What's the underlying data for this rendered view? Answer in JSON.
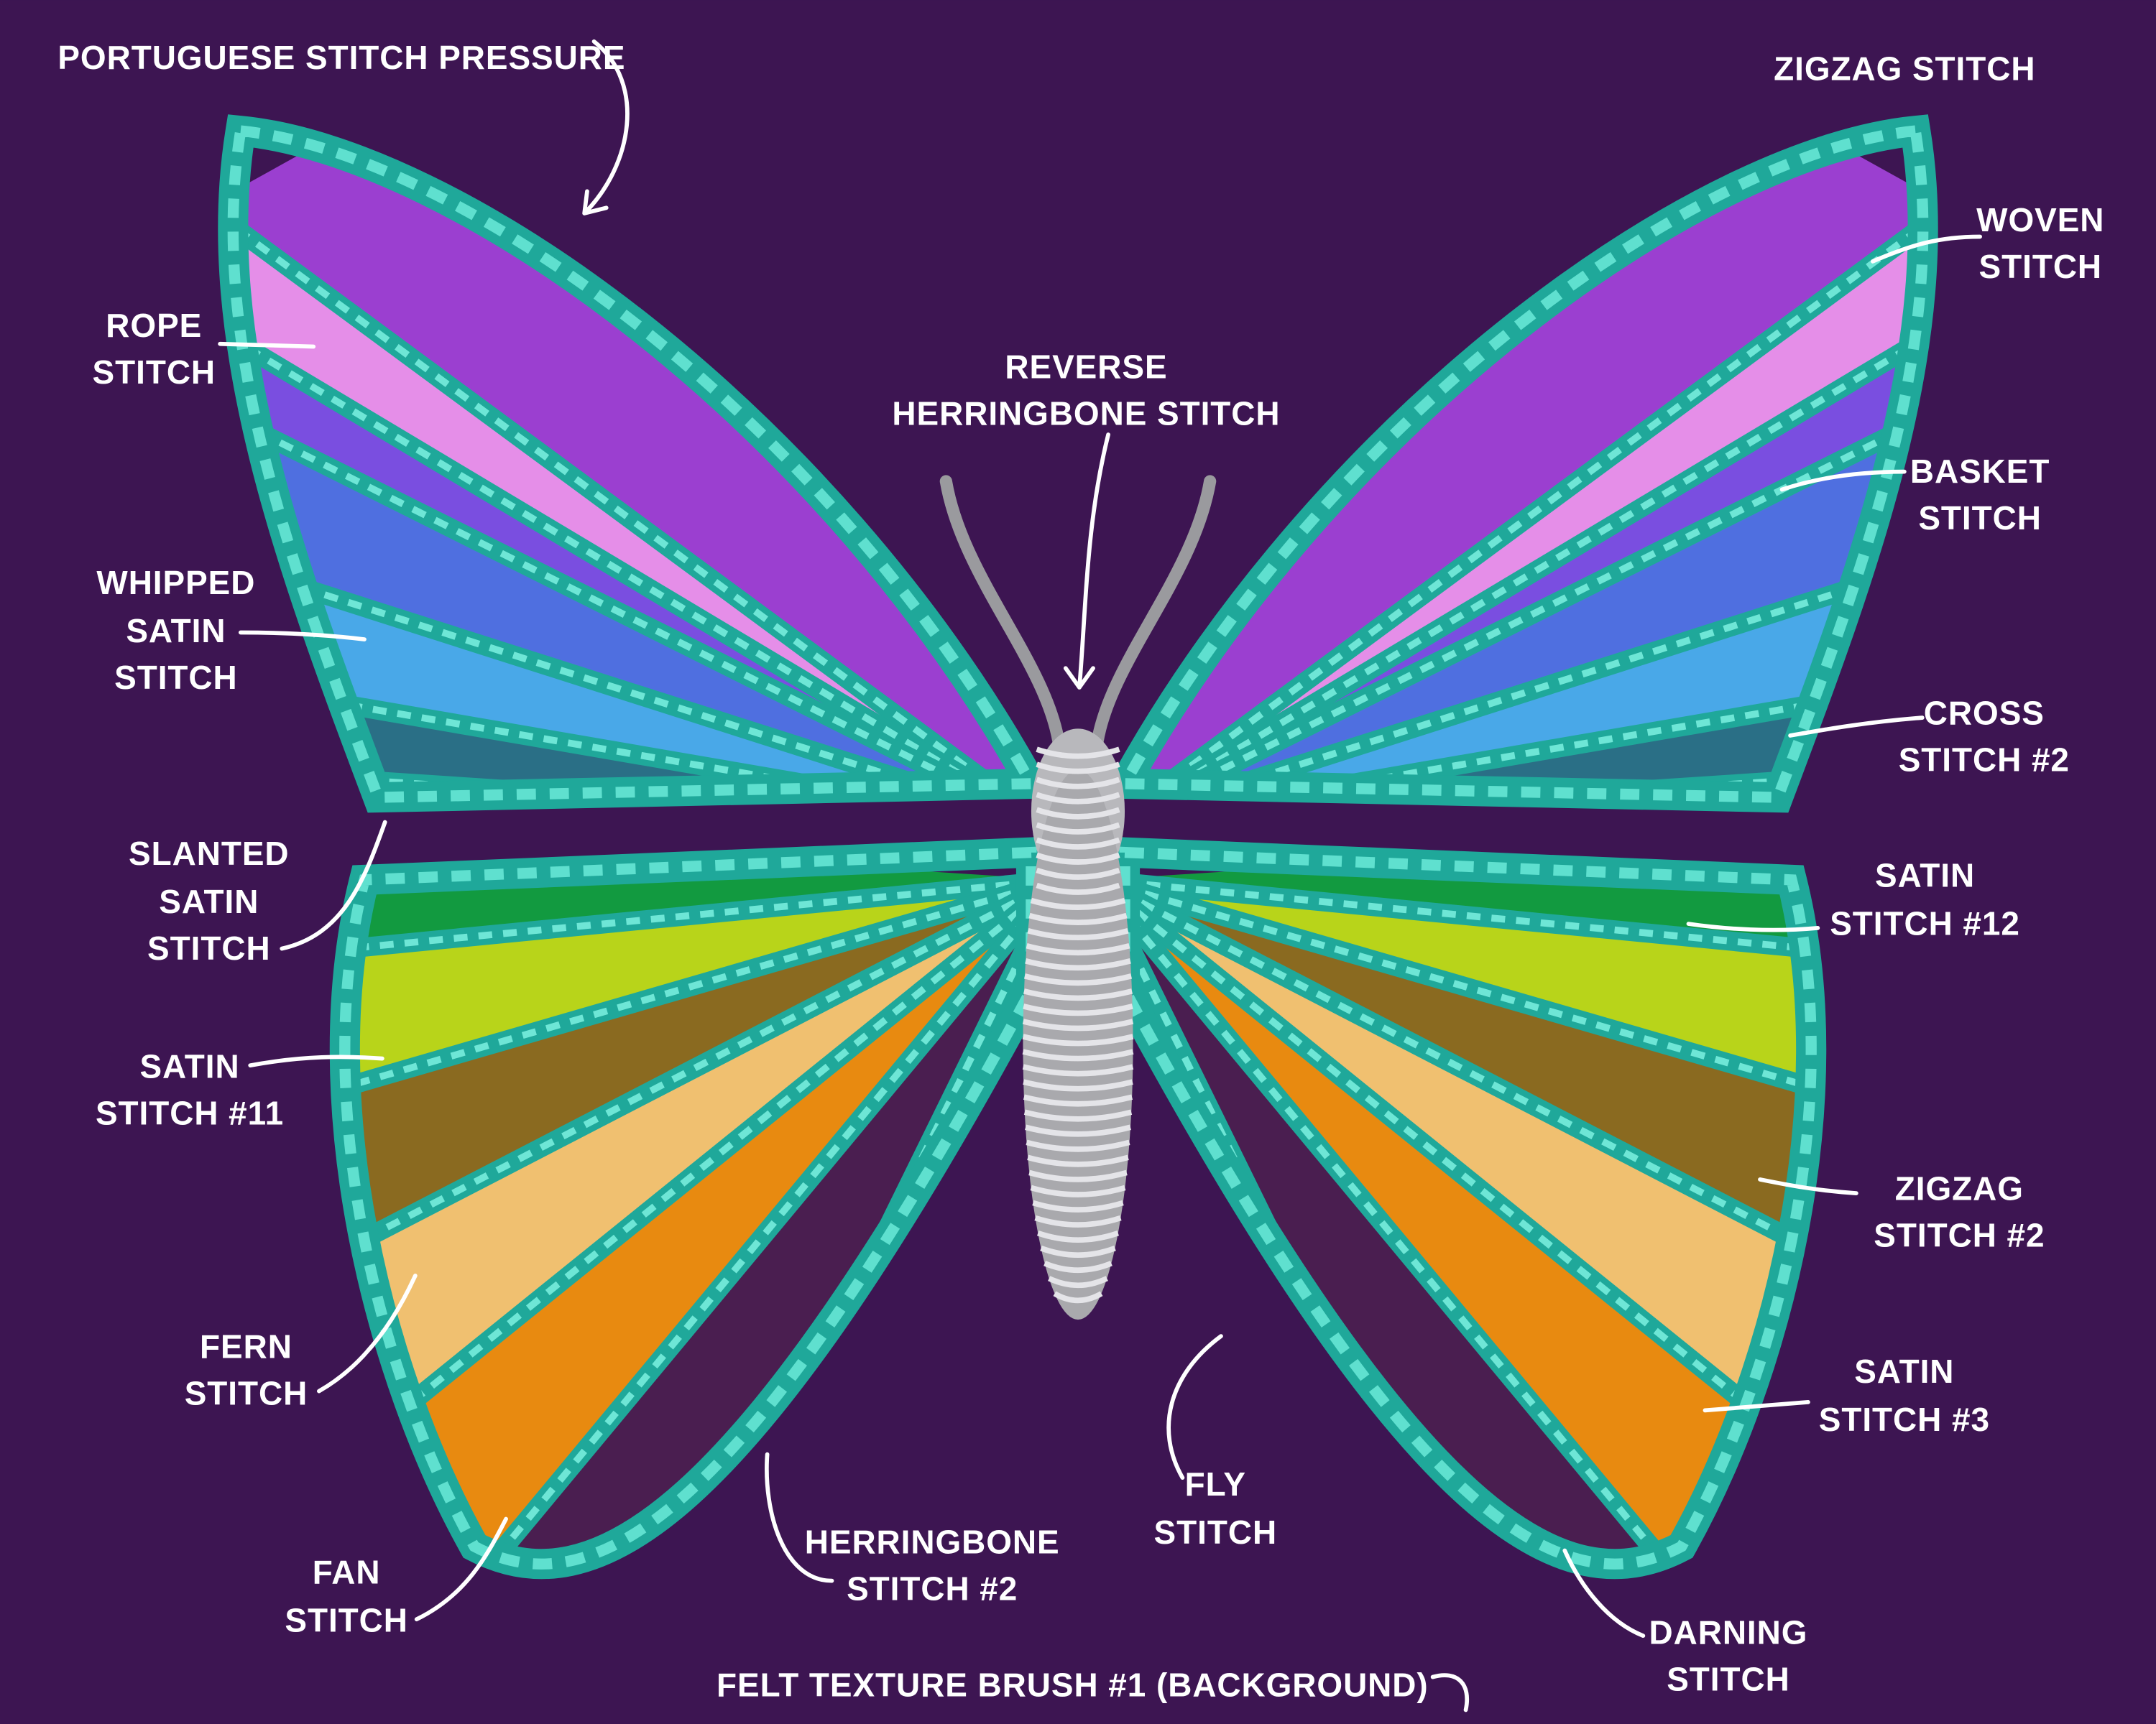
{
  "labels": {
    "portuguese": [
      "PORTUGUESE STITCH PRESSURE"
    ],
    "zigzag": [
      "ZIGZAG STITCH"
    ],
    "woven": [
      "WOVEN",
      "STITCH"
    ],
    "rope": [
      "ROPE",
      "STITCH"
    ],
    "reverse_herringbone": [
      "REVERSE",
      "HERRINGBONE STITCH"
    ],
    "basket": [
      "BASKET",
      "STITCH"
    ],
    "whipped_satin": [
      "WHIPPED",
      "SATIN",
      "STITCH"
    ],
    "cross2": [
      "CROSS",
      "STITCH #2"
    ],
    "slanted_satin": [
      "SLANTED",
      "SATIN",
      "STITCH"
    ],
    "satin12": [
      "SATIN",
      "STITCH #12"
    ],
    "satin11": [
      "SATIN",
      "STITCH #11"
    ],
    "zigzag2": [
      "ZIGZAG",
      "STITCH #2"
    ],
    "fern": [
      "FERN",
      "STITCH"
    ],
    "satin3": [
      "SATIN",
      "STITCH #3"
    ],
    "fly": [
      "FLY",
      "STITCH"
    ],
    "fan": [
      "FAN",
      "STITCH"
    ],
    "herringbone2": [
      "HERRINGBONE",
      "STITCH #2"
    ],
    "darning": [
      "DARNING",
      "STITCH"
    ],
    "felt": [
      "FELT TEXTURE BRUSH #1 (BACKGROUND)"
    ]
  },
  "colors": {
    "background": "#3d1552",
    "border": "#1fa89a",
    "upper_bands": [
      "#9b3fd0",
      "#e58ee8",
      "#7a4ee0",
      "#4f6fe0",
      "#49a8e8",
      "#2a6f86",
      "#12b36a"
    ],
    "lower_bands": [
      "#129a40",
      "#b8d41a",
      "#8a6a20",
      "#f0c070",
      "#e88a10",
      "#4a1e50",
      "#b8402a"
    ],
    "body": "#b8b8bc"
  }
}
